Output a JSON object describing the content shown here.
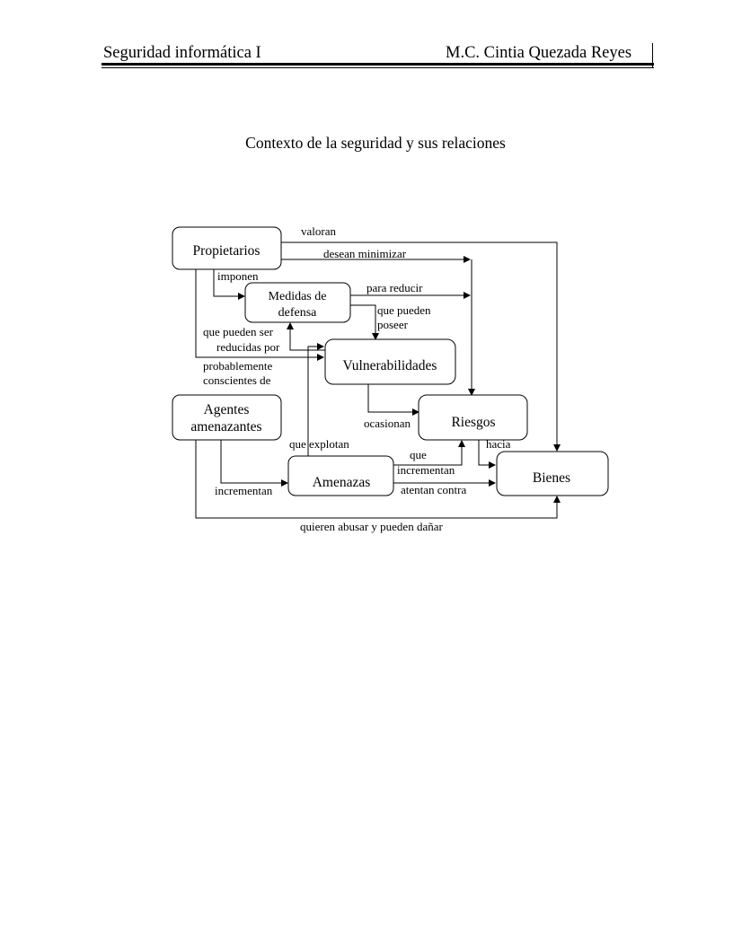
{
  "header": {
    "left": "Seguridad informática I",
    "right": "M.C. Cintia Quezada Reyes"
  },
  "title": "Contexto de la seguridad y sus relaciones",
  "nodes": {
    "propietarios": "Propietarios",
    "medidas_1": "Medidas de",
    "medidas_2": "defensa",
    "vulnerabilidades": "Vulnerabilidades",
    "agentes_1": "Agentes",
    "agentes_2": "amenazantes",
    "riesgos": "Riesgos",
    "amenazas": "Amenazas",
    "bienes": "Bienes"
  },
  "edges": {
    "valoran": "valoran",
    "desean_minimizar": "desean minimizar",
    "imponen": "imponen",
    "para_reducir": "para reducir",
    "que_pueden_poseer_1": "que pueden",
    "que_pueden_poseer_2": "poseer",
    "que_pueden_ser_1": "que pueden ser",
    "que_pueden_ser_2": "reducidas por",
    "probablemente_1": "probablemente",
    "probablemente_2": "conscientes de",
    "ocasionan": "ocasionan",
    "que_explotan": "que explotan",
    "hacia": "hacia",
    "que_incrementan_1": "que",
    "que_incrementan_2": "incrementan",
    "incrementan": "incrementan",
    "atentan_contra": "atentan contra",
    "quieren_abusar": "quieren abusar y pueden dañar"
  }
}
